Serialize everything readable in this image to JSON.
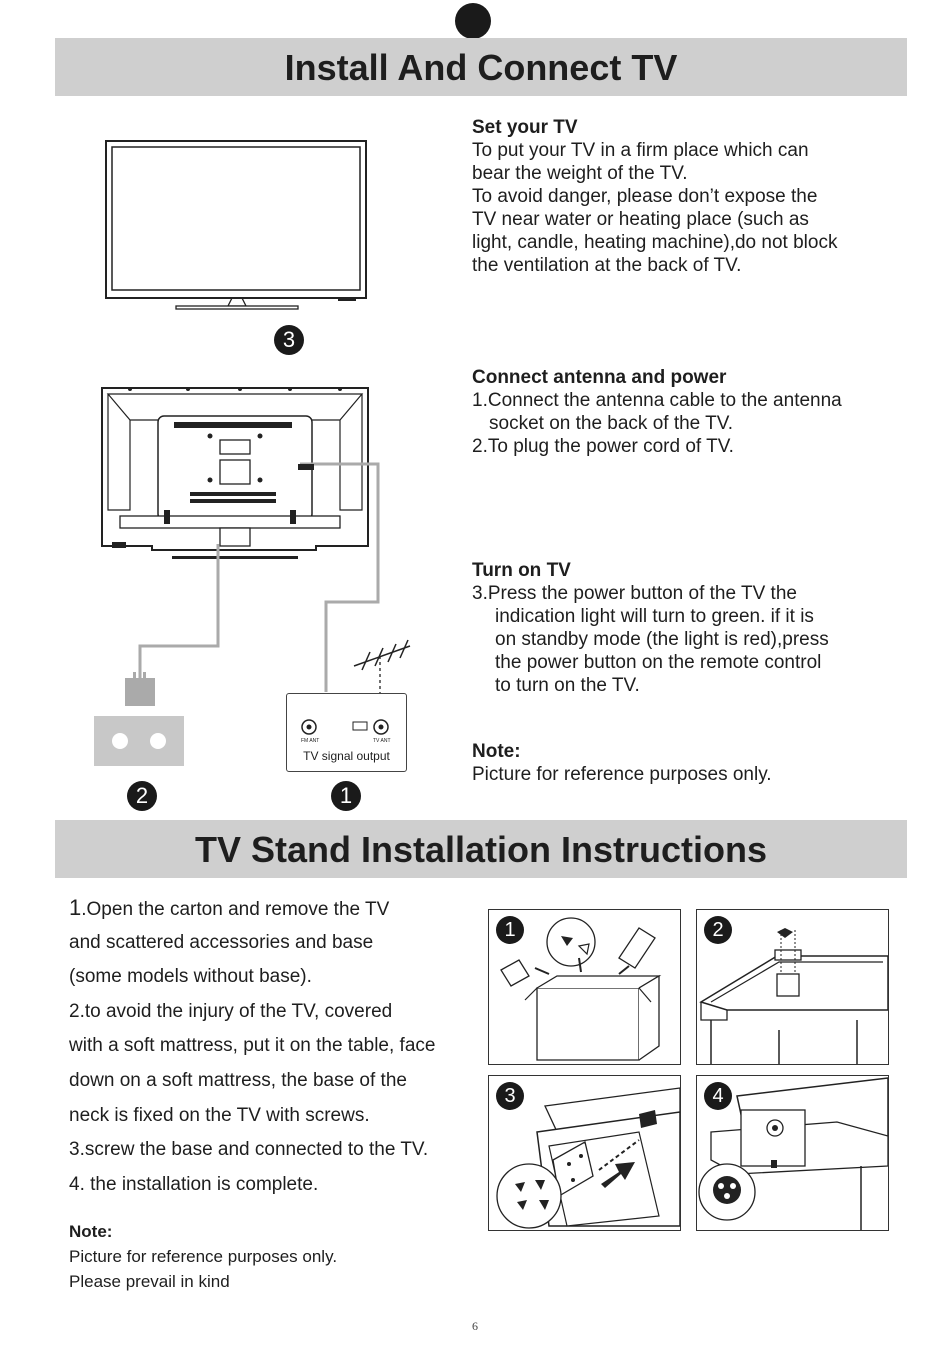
{
  "headers": {
    "install_title": "Install And Connect TV",
    "stand_title": "TV Stand Installation Instructions"
  },
  "set_tv": {
    "heading": "Set your TV",
    "lines": [
      "To put your TV in a firm place which can",
      "bear the weight of the TV.",
      "To avoid danger, please don’t expose the",
      "TV near water or heating place (such as",
      "light, candle, heating machine),do not block",
      "the ventilation at the back of TV."
    ]
  },
  "connect": {
    "heading": "Connect antenna and power",
    "lines": [
      "1.Connect the antenna cable to the antenna",
      "socket on the back of the TV.",
      "2.To plug the power cord of TV."
    ]
  },
  "turn_on": {
    "heading": "Turn on TV",
    "lines": [
      "3.Press the power button of the TV the",
      "indication light will turn to green. if it is",
      "on standby mode (the light is red),press",
      "the power button on the remote control",
      "to turn on the TV."
    ]
  },
  "note_top": {
    "heading": "Note:",
    "text": "Picture for reference purposes only."
  },
  "diagram": {
    "signal_label": "TV signal output",
    "fm_label": "FM ANT",
    "tv_label": "TV ANT",
    "badge_1": "1",
    "badge_2": "2",
    "badge_3": "3"
  },
  "stand_steps": [
    {
      "num": "1",
      "text": ".Open the carton and remove the TV"
    },
    {
      "num": "",
      "text": "and scattered accessories and base"
    },
    {
      "num": "",
      "text": "(some models without base)."
    },
    {
      "num": "",
      "text": "2.to avoid the injury of the TV, covered"
    },
    {
      "num": "",
      "text": "with a soft mattress, put it on the table, face"
    },
    {
      "num": "",
      "text": "down on a soft mattress, the base of the"
    },
    {
      "num": "",
      "text": "neck is fixed on the TV with screws."
    },
    {
      "num": "",
      "text": "3.screw the base and connected to the TV."
    },
    {
      "num": "",
      "text": "4. the installation is complete."
    }
  ],
  "note_bottom": {
    "heading": "Note:",
    "line1": "Picture for reference purposes only.",
    "line2": "Please prevail in kind"
  },
  "panels": {
    "p1": "1",
    "p2": "2",
    "p3": "3",
    "p4": "4"
  },
  "page_number": "6"
}
